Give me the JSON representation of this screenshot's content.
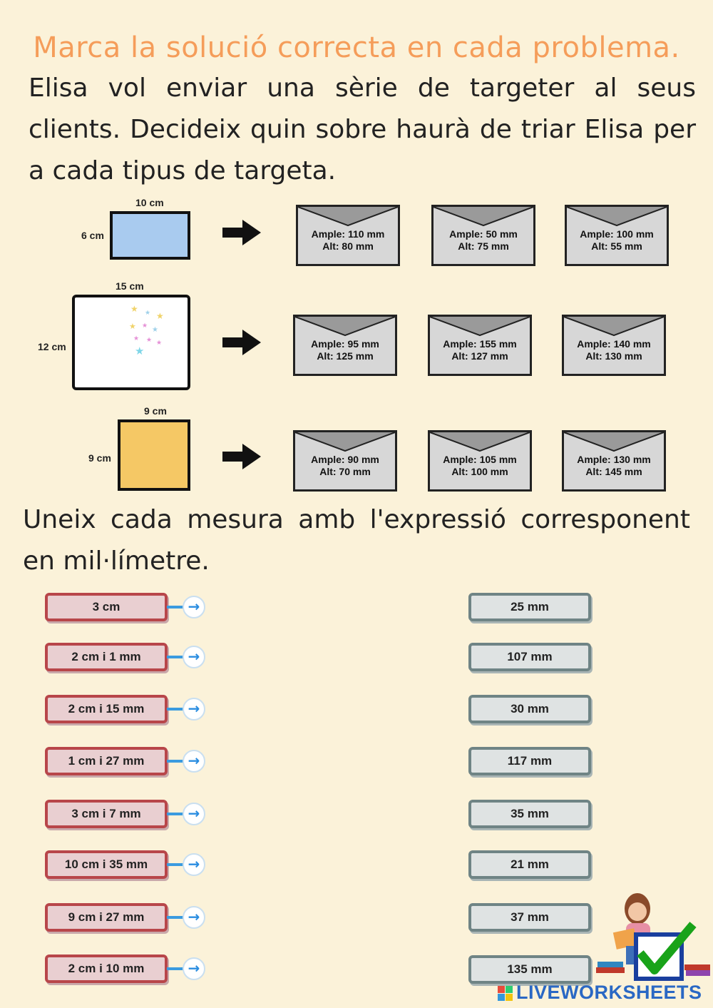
{
  "title": "Marca la solució correcta en cada problema.",
  "intro": "Elisa vol enviar una sèrie de targeter al seus clients. Decideix quin sobre haurà de triar Elisa per a cada tipus de targeta.",
  "cards": [
    {
      "width_label": "10 cm",
      "height_label": "6 cm",
      "color": "#a9cbef",
      "envelopes": [
        {
          "line1": "Ample: 110 mm",
          "line2": "Alt: 80 mm"
        },
        {
          "line1": "Ample: 50 mm",
          "line2": "Alt: 75 mm"
        },
        {
          "line1": "Ample: 100 mm",
          "line2": "Alt: 55 mm"
        }
      ]
    },
    {
      "width_label": "15 cm",
      "height_label": "12 cm",
      "color": "#ffffff",
      "envelopes": [
        {
          "line1": "Ample: 95 mm",
          "line2": "Alt: 125 mm"
        },
        {
          "line1": "Ample: 155 mm",
          "line2": "Alt: 127 mm"
        },
        {
          "line1": "Ample: 140 mm",
          "line2": "Alt: 130 mm"
        }
      ]
    },
    {
      "width_label": "9 cm",
      "height_label": "9 cm",
      "color": "#f5c865",
      "envelopes": [
        {
          "line1": "Ample: 90 mm",
          "line2": "Alt: 70 mm"
        },
        {
          "line1": "Ample: 105 mm",
          "line2": "Alt: 100 mm"
        },
        {
          "line1": "Ample: 130 mm",
          "line2": "Alt: 145 mm"
        }
      ]
    }
  ],
  "match_instruction": "Uneix cada mesura amb l'expressió corresponent en mil·límetre.",
  "left_items": [
    "3 cm",
    "2 cm i 1 mm",
    "2 cm i 15 mm",
    "1 cm i 27 mm",
    "3 cm i 7 mm",
    "10 cm i 35 mm",
    "9 cm i 27 mm",
    "2 cm i 10 mm"
  ],
  "right_items": [
    "25 mm",
    "107 mm",
    "30 mm",
    "117 mm",
    "35 mm",
    "21 mm",
    "37 mm",
    "135 mm"
  ],
  "brand": "LIVEWORKSHEETS",
  "colors": {
    "title": "#f59d5a",
    "background": "#fbf2d9",
    "left_border": "#b8464a",
    "right_border": "#6f8485",
    "connector": "#3a9be0"
  }
}
